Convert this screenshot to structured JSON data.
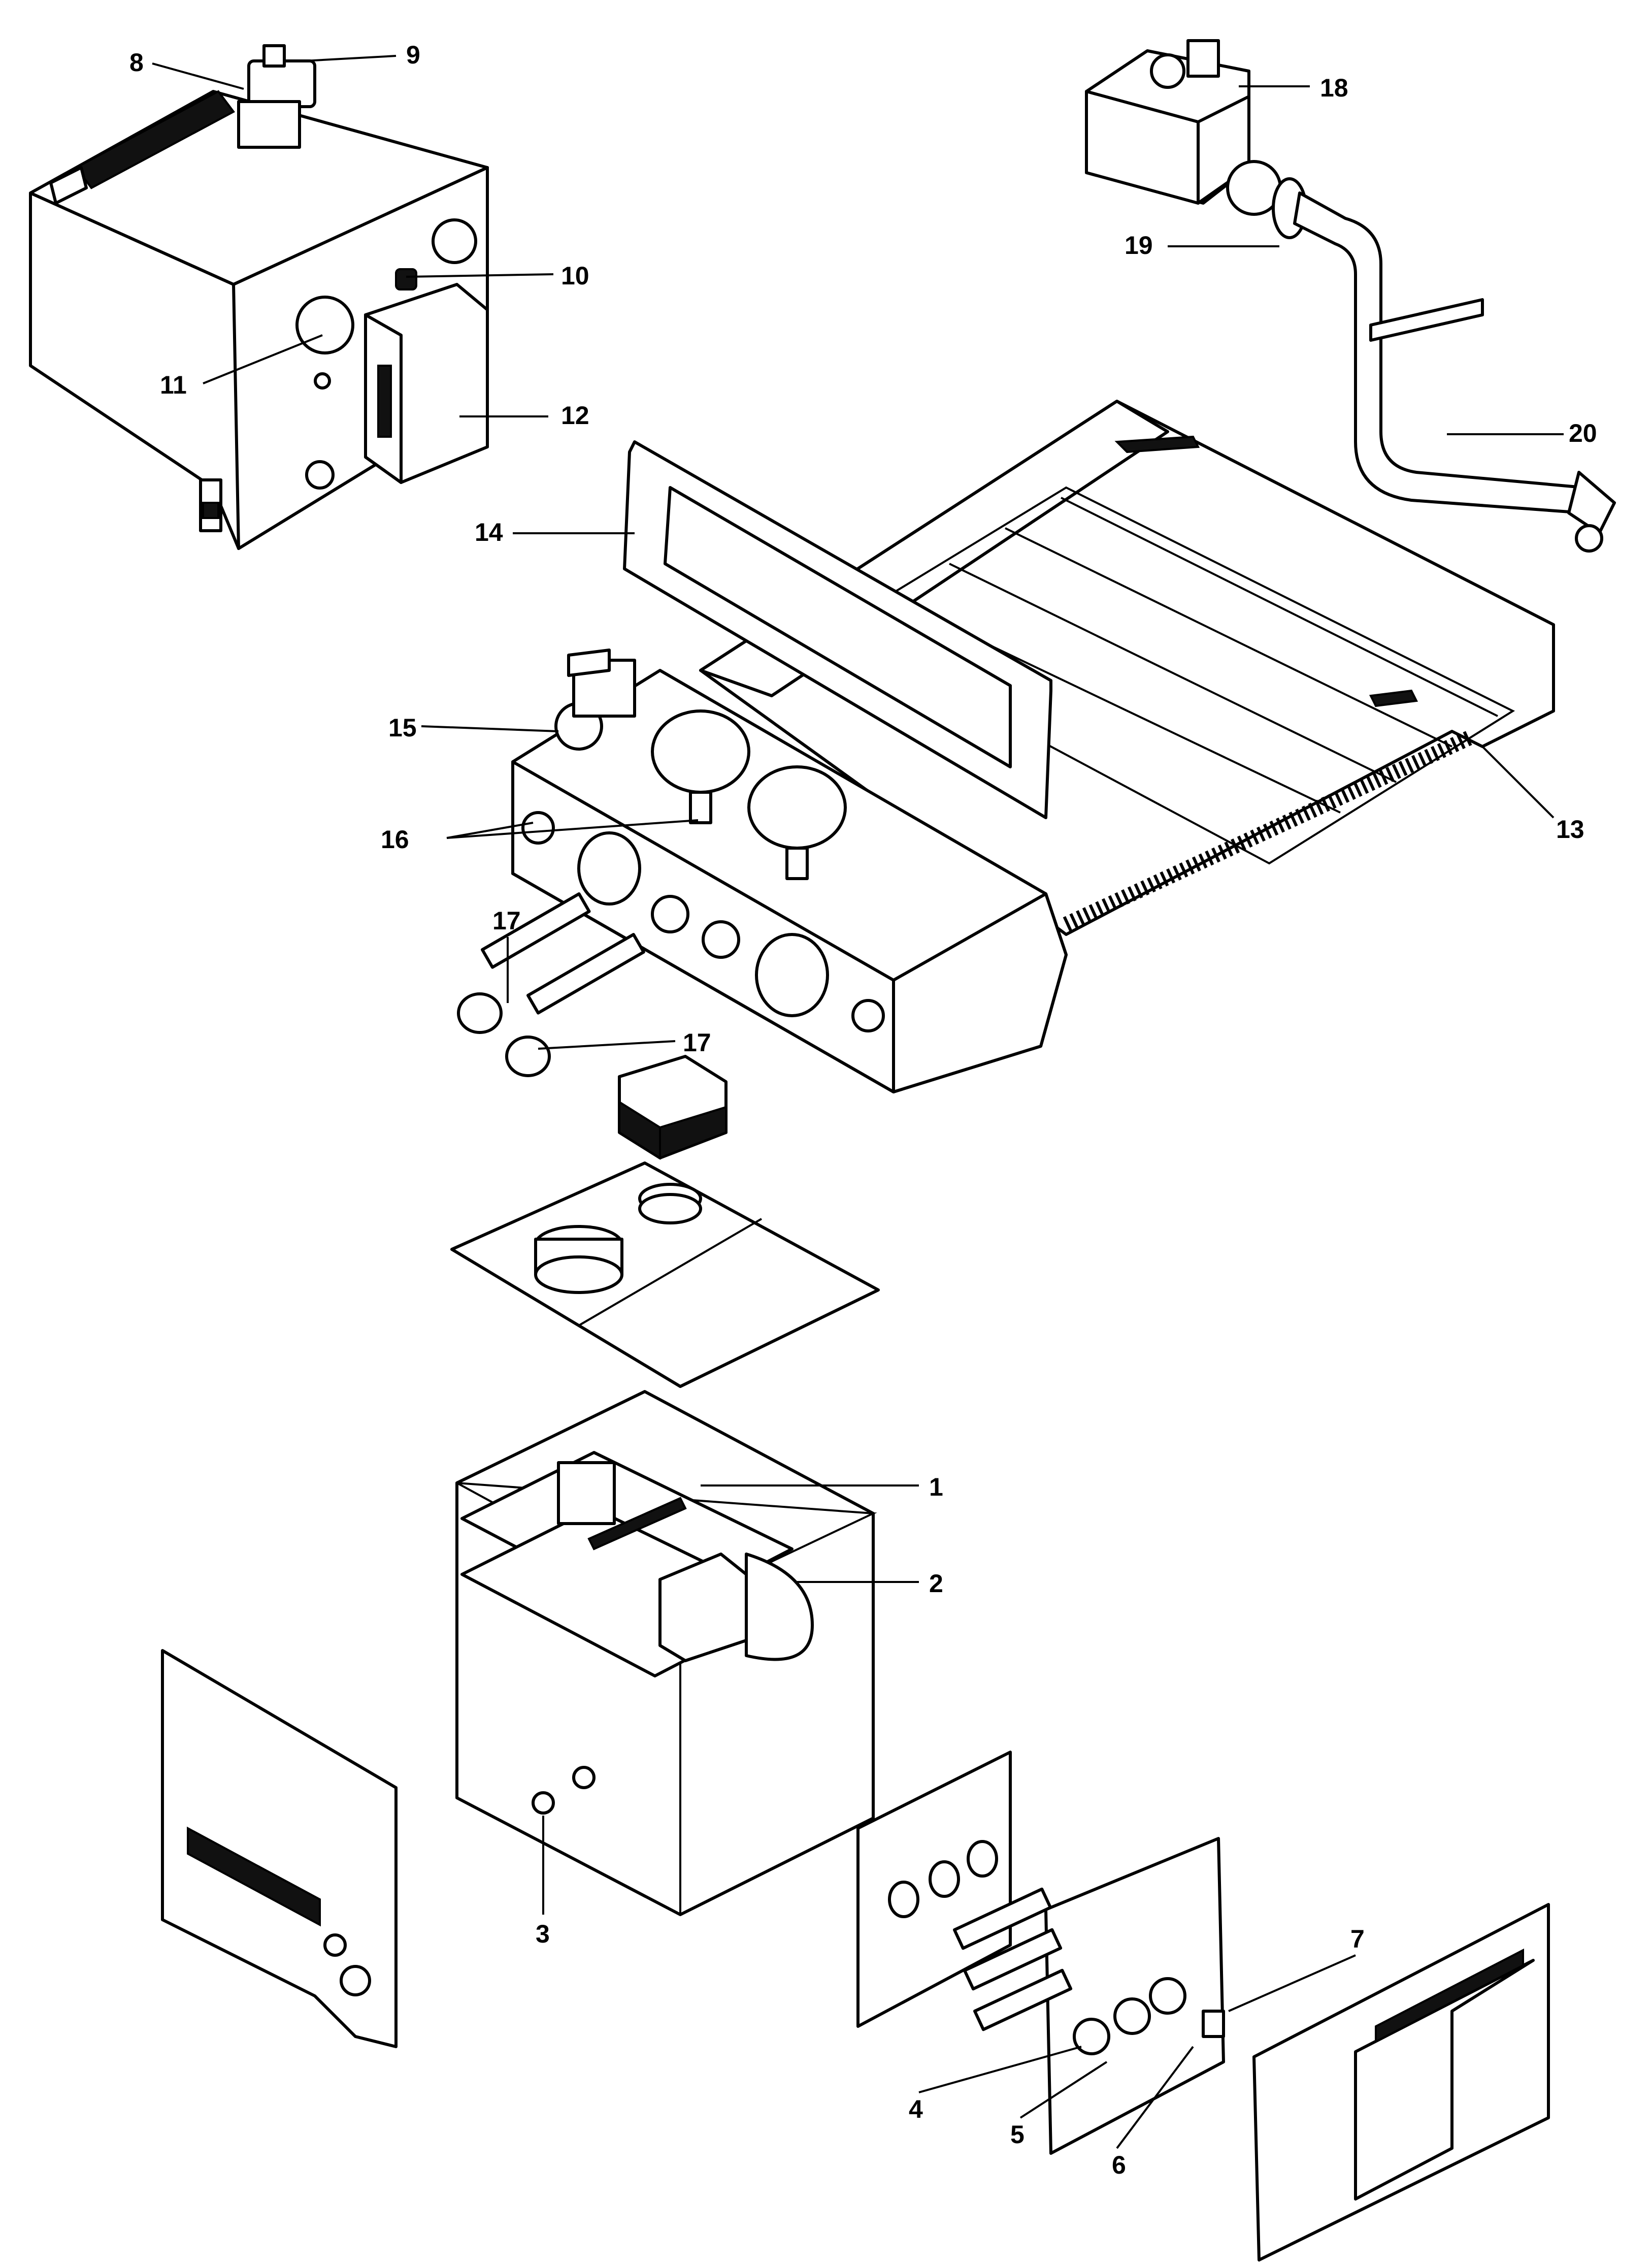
{
  "callouts": [
    {
      "id": "1",
      "label": "1"
    },
    {
      "id": "2",
      "label": "2"
    },
    {
      "id": "3",
      "label": "3"
    },
    {
      "id": "4",
      "label": "4"
    },
    {
      "id": "5",
      "label": "5"
    },
    {
      "id": "6",
      "label": "6"
    },
    {
      "id": "7",
      "label": "7"
    },
    {
      "id": "8",
      "label": "8"
    },
    {
      "id": "9",
      "label": "9"
    },
    {
      "id": "10",
      "label": "10"
    },
    {
      "id": "11",
      "label": "11"
    },
    {
      "id": "12",
      "label": "12"
    },
    {
      "id": "13",
      "label": "13"
    },
    {
      "id": "14",
      "label": "14"
    },
    {
      "id": "15",
      "label": "15"
    },
    {
      "id": "16",
      "label": "16"
    },
    {
      "id": "17a",
      "label": "17"
    },
    {
      "id": "17b",
      "label": "17"
    },
    {
      "id": "18",
      "label": "18"
    },
    {
      "id": "19",
      "label": "19"
    },
    {
      "id": "20",
      "label": "20"
    }
  ],
  "colors": {
    "ink": "#000000",
    "paper": "#ffffff"
  }
}
